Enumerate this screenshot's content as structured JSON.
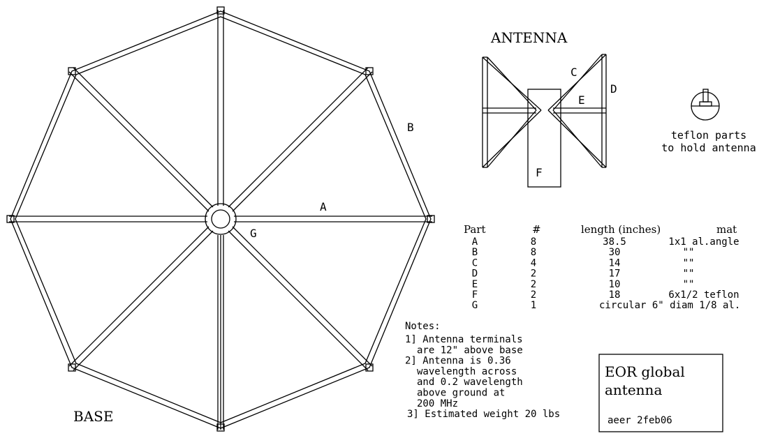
{
  "base": {
    "title": "BASE",
    "labels": {
      "a": "A",
      "b": "B",
      "g": "G"
    }
  },
  "antenna": {
    "title": "ANTENNA",
    "labels": {
      "c": "C",
      "d": "D",
      "e": "E",
      "f": "F"
    }
  },
  "teflon": {
    "line1": "teflon parts",
    "line2": "to hold antenna"
  },
  "parts_table": {
    "headers": {
      "part": "Part",
      "count": "#",
      "length": "length (inches)",
      "mat": "mat"
    },
    "rows": [
      {
        "part": "A",
        "count": "8",
        "length": "38.5",
        "mat": "1x1  al.angle"
      },
      {
        "part": "B",
        "count": "8",
        "length": "30",
        "mat": "\"\""
      },
      {
        "part": "C",
        "count": "4",
        "length": "14",
        "mat": "\"\""
      },
      {
        "part": "D",
        "count": "2",
        "length": "17",
        "mat": "\"\""
      },
      {
        "part": "E",
        "count": "2",
        "length": "10",
        "mat": "\"\""
      },
      {
        "part": "F",
        "count": "2",
        "length": "18",
        "mat": "6x1/2  teflon"
      },
      {
        "part": "G",
        "count": "1",
        "length": "circular 6\" diam 1/8 al.",
        "mat": ""
      }
    ]
  },
  "notes": {
    "title": "Notes:",
    "lines": [
      "1] Antenna terminals",
      "are 12\" above base",
      "2] Antenna is 0.36",
      "wavelength across",
      "and 0.2 wavelength",
      "above ground at",
      "200 MHz",
      "3] Estimated weight 20 lbs"
    ]
  },
  "title_box": {
    "line1": "EOR global",
    "line2": "antenna",
    "author": "aeer 2feb06"
  }
}
